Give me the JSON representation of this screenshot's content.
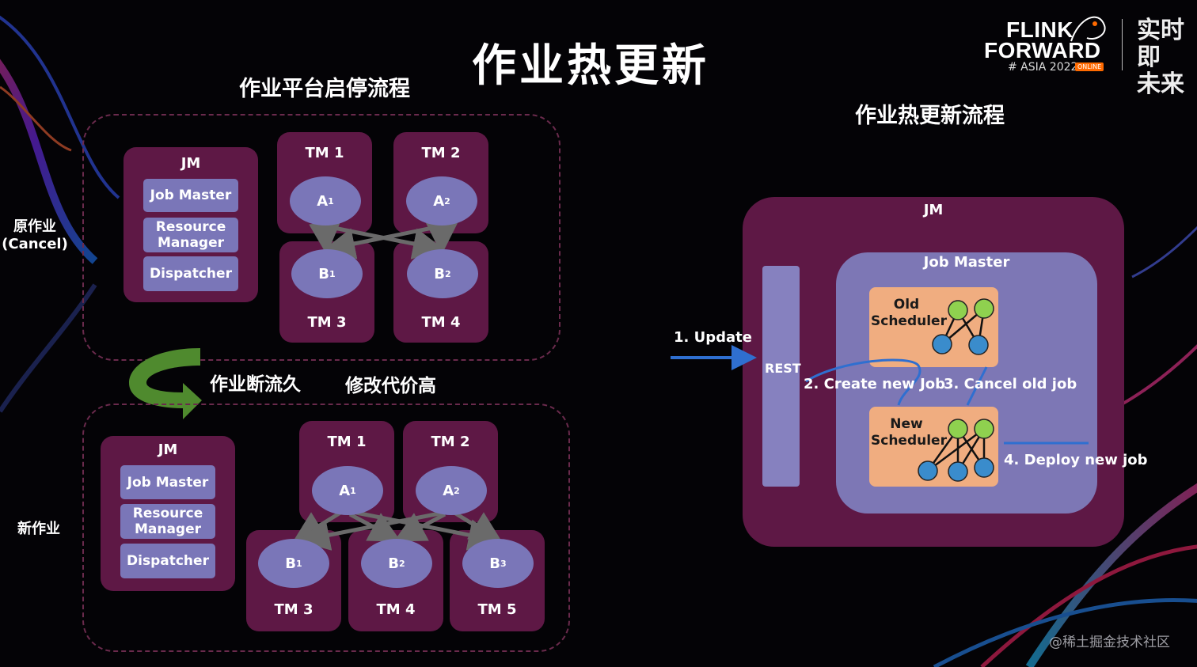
{
  "title": "作业热更新",
  "left_heading": "作业平台启停流程",
  "right_heading": "作业热更新流程",
  "old_job_label": "原作业\n(Cancel)",
  "new_job_label": "新作业",
  "interrupt_text": "作业断流久",
  "cost_text": "修改代价高",
  "old": {
    "jm": {
      "title": "JM",
      "job_master": "Job Master",
      "resource_manager": "Resource\nManager",
      "dispatcher": "Dispatcher"
    },
    "tms": [
      "TM 1",
      "TM 2",
      "TM 3",
      "TM 4"
    ],
    "tasks": {
      "a1": "A",
      "a2": "A",
      "b1": "B",
      "b2": "B",
      "s1": "1",
      "s2": "2"
    }
  },
  "new": {
    "jm": {
      "title": "JM",
      "job_master": "Job Master",
      "resource_manager": "Resource\nManager",
      "dispatcher": "Dispatcher"
    },
    "tms": [
      "TM 1",
      "TM 2",
      "TM 3",
      "TM 4",
      "TM 5"
    ],
    "tasks": {
      "a1": "A",
      "a2": "A",
      "b1": "B",
      "b2": "B",
      "b3": "B",
      "s1": "1",
      "s2": "2",
      "s3": "3"
    }
  },
  "hot_update": {
    "jm_title": "JM",
    "job_master_title": "Job Master",
    "rest": "REST",
    "old_scheduler": "Old\nScheduler",
    "new_scheduler": "New\nScheduler",
    "step1": "1. Update",
    "step2": "2. Create new Job",
    "step3": "3. Cancel old job",
    "step4": "4. Deploy new job"
  },
  "logo": {
    "line1": "FLINK",
    "line2": "FORWARD",
    "line3": "# ASIA 2022",
    "badge": "ONLINE",
    "cn_line1": "实时即",
    "cn_line2": "未来"
  },
  "watermark": "@稀土掘金技术社区",
  "colors": {
    "panel": "#5e1845",
    "box": "#7a76b8",
    "scheduler": "#f0ad80",
    "arrow": "#2f6fd0",
    "green_arrow": "#4f8a2e"
  }
}
